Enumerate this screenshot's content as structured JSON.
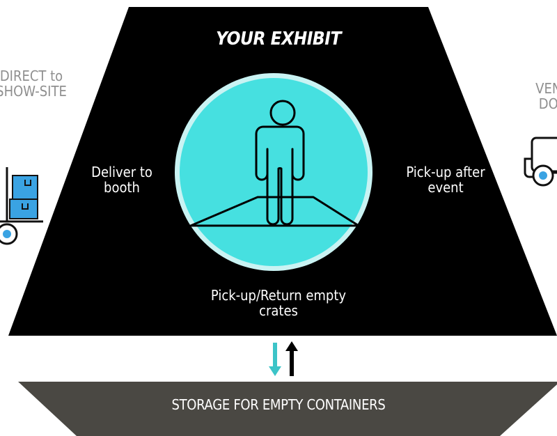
{
  "diagram": {
    "title": "YOUR EXHIBIT",
    "left_label": "Deliver to booth",
    "right_label": "Pick-up after event",
    "bottom_label": "Pick-up/Return empty crates",
    "far_left_label": "DIRECT to SHOW-SITE",
    "far_right_label": "VENUE DOCK",
    "storage_label": "STORAGE FOR EMPTY CONTAINERS"
  },
  "icons": {
    "center": "person-on-platform-icon",
    "left": "hand-truck-with-boxes-icon",
    "right": "forklift-icon",
    "arrows": "up-down-arrows-icon"
  },
  "colors": {
    "exhibit_background": "#000000",
    "circle_fill": "#46e0e0",
    "circle_ring": "#c9f3f3",
    "storage_band": "#4a4843",
    "down_arrow": "#3cc4c8",
    "up_arrow": "#000000",
    "side_text": "#8f8f8f",
    "box_blue": "#3aa3e3"
  }
}
